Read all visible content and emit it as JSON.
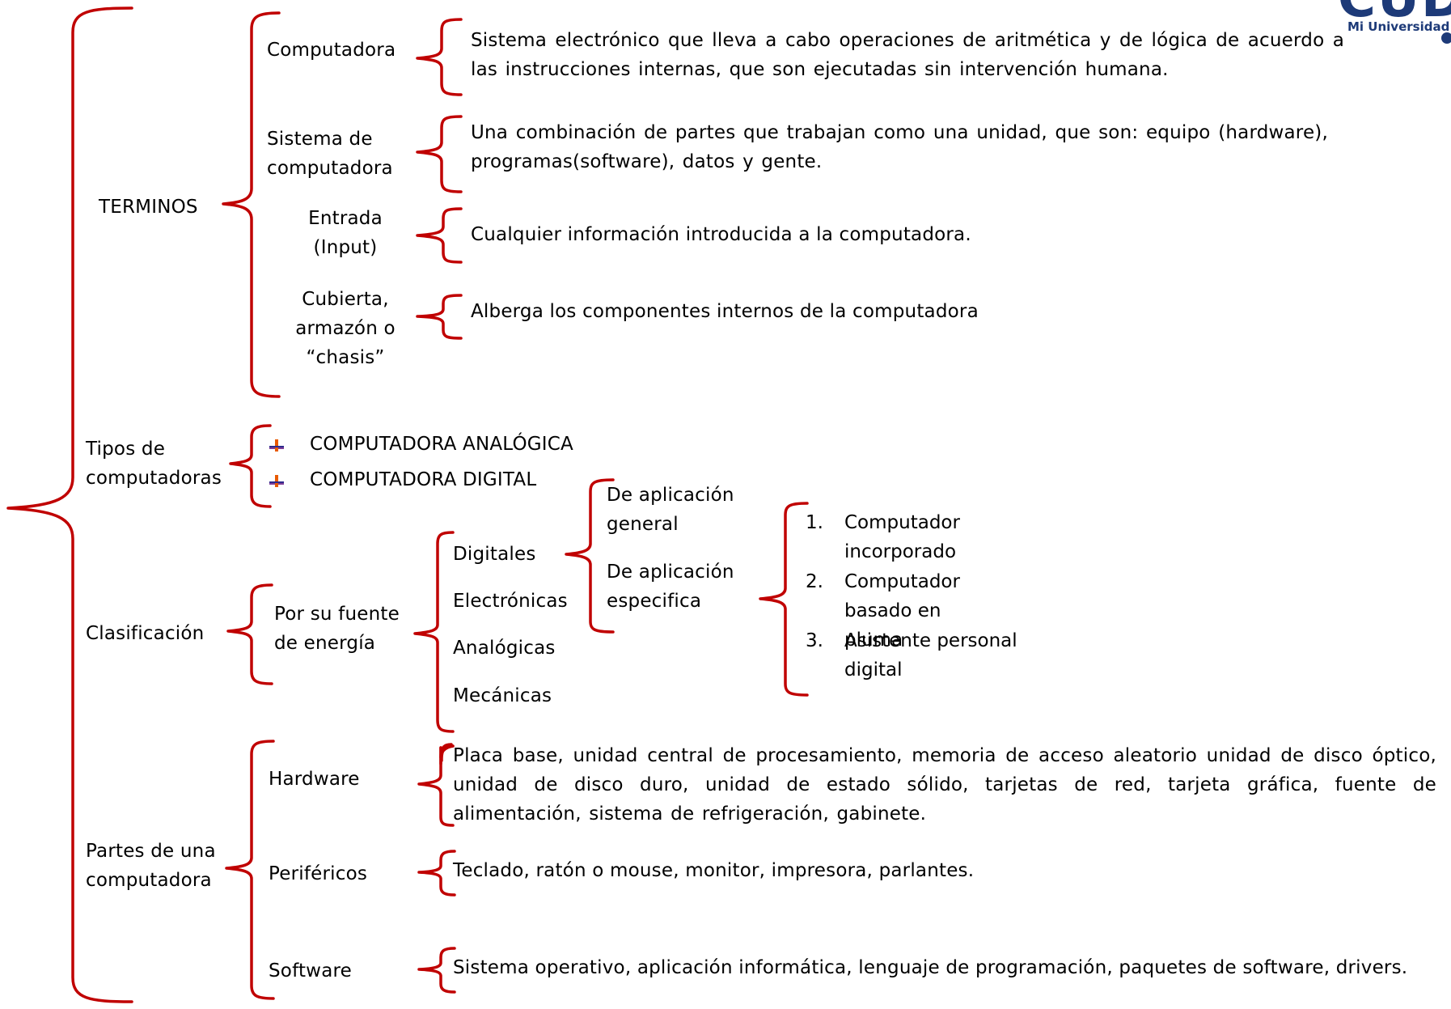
{
  "logo": {
    "mark": "CUDS",
    "sub": "Mi Universidad"
  },
  "terminos": {
    "label": "TERMINOS",
    "computadora": {
      "label": "Computadora",
      "def": "Sistema electrónico que lleva a cabo operaciones de aritmética y de lógica de acuerdo a las instrucciones internas, que son ejecutadas sin intervención humana."
    },
    "sistema": {
      "label": "Sistema de computadora",
      "def": "Una combinación de partes que trabajan como una unidad, que son: equipo (hardware), programas(software), datos y gente."
    },
    "entrada": {
      "label": "Entrada (Input)",
      "def": "Cualquier información introducida a la computadora."
    },
    "cubierta": {
      "label": "Cubierta, armazón o “chasis”",
      "def": "Alberga los componentes internos de la computadora"
    }
  },
  "tipos": {
    "label": "Tipos de computadoras",
    "items": [
      "COMPUTADORA ANALÓGICA",
      "COMPUTADORA DIGITAL"
    ]
  },
  "clasificacion": {
    "label": "Clasificación",
    "fuente": "Por su fuente de energía",
    "kinds": [
      "Digitales",
      "Electrónicas",
      "Analógicas",
      "Mecánicas"
    ],
    "aplicacion": [
      "De aplicación general",
      "De aplicación especifica"
    ],
    "especifica": [
      {
        "num": "1.",
        "text": "Computador incorporado"
      },
      {
        "num": "2.",
        "text": "Computador basado en pluma"
      },
      {
        "num": "3.",
        "text": "Asistente  personal digital"
      }
    ]
  },
  "partes": {
    "label": "Partes de una computadora",
    "hardware": {
      "label": "Hardware",
      "def": "Placa base, unidad central de procesamiento, memoria de acceso aleatorio unidad de disco óptico, unidad de disco duro, unidad de estado sólido, tarjetas de red, tarjeta gráfica, fuente de alimentación, sistema de refrigeración, gabinete."
    },
    "perifericos": {
      "label": "Periféricos",
      "def": "Teclado, ratón o mouse, monitor, impresora, parlantes."
    },
    "software": {
      "label": "Software",
      "def": "Sistema operativo, aplicación informática, lenguaje de programación, paquetes de software, drivers."
    }
  },
  "colors": {
    "brace": "#C00000",
    "logo": "#1D3A78"
  }
}
